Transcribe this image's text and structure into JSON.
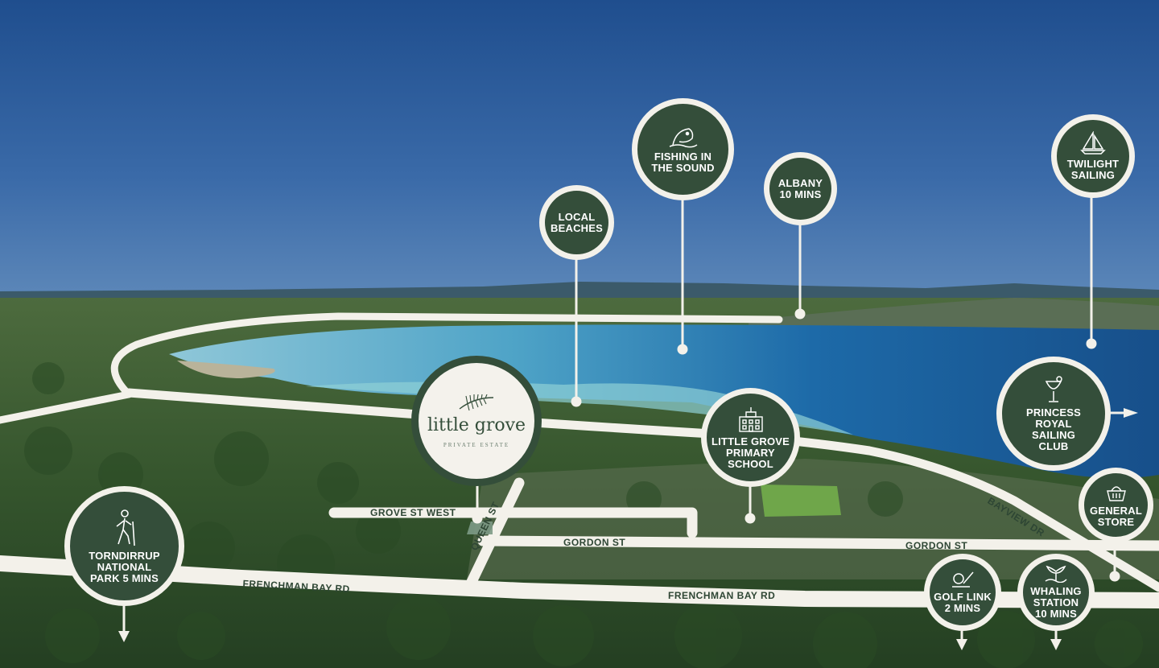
{
  "colors": {
    "marker_fill": "#344e3a",
    "marker_ring": "#f3f1ea",
    "road": "#f3f1ea",
    "road_label": "#2e4634",
    "water": "#1e5c96",
    "sky": "#2f5c9a"
  },
  "logo": {
    "name": "little grove",
    "sub": "PRIVATE ESTATE",
    "icon": "palm-leaf-icon"
  },
  "markers": {
    "local_beaches": {
      "label": "LOCAL\nBEACHES"
    },
    "fishing": {
      "label": "FISHING IN\nTHE SOUND",
      "icon": "fish-icon"
    },
    "albany": {
      "label": "ALBANY\n10 MINS"
    },
    "twilight_sailing": {
      "label": "TWILIGHT\nSAILING",
      "icon": "sailboat-icon"
    },
    "princess_royal": {
      "label": "PRINCESS\nROYAL\nSAILING\nCLUB",
      "icon": "cocktail-icon"
    },
    "school": {
      "label": "LITTLE GROVE\nPRIMARY\nSCHOOL",
      "icon": "school-icon"
    },
    "general_store": {
      "label": "GENERAL\nSTORE",
      "icon": "basket-icon"
    },
    "torndirrup": {
      "label": "TORNDIRRUP\nNATIONAL\nPARK 5 MINS",
      "icon": "hiker-icon"
    },
    "golf_link": {
      "label": "GOLF LINK\n2 MINS",
      "icon": "golf-icon"
    },
    "whaling_station": {
      "label": "WHALING\nSTATION\n10 MINS",
      "icon": "whale-tail-icon"
    }
  },
  "roads": {
    "grove_st_west": "GROVE ST WEST",
    "queen_st": "QUEEN ST",
    "gordon_st_1": "GORDON ST",
    "gordon_st_2": "GORDON ST",
    "bayview_dr": "BAYVIEW DR",
    "frenchman_bay_rd_1": "FRENCHMAN BAY RD",
    "frenchman_bay_rd_2": "FRENCHMAN BAY RD"
  }
}
